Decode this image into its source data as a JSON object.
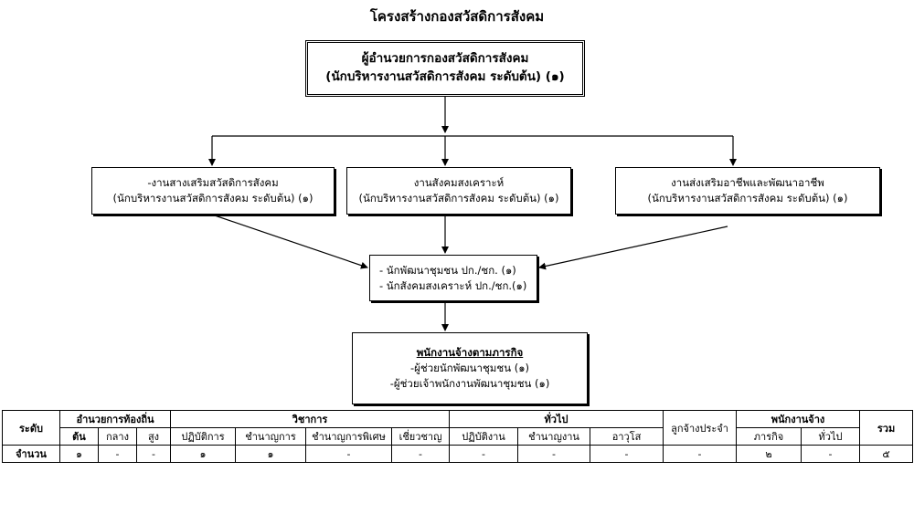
{
  "title": "โครงสร้างกองสวัสดิการสังคม",
  "director": {
    "line1": "ผู้อำนวยการกองสวัสดิการสังคม",
    "line2": "(นักบริหารงานสวัสดิการสังคม ระดับต้น) (๑)"
  },
  "sections": [
    {
      "name": "-งานสางเสริมสวัสดิการสังคม",
      "position": "(นักบริหารงานสวัสดิการสังคม ระดับต้น) (๑)"
    },
    {
      "name": "งานสังคมสงเคราะห์",
      "position": "(นักบริหารงานสวัสดิการสังคม ระดับต้น) (๑)"
    },
    {
      "name": "งานส่งเสริมอาชีพและพัฒนาอาชีพ",
      "position": "(นักบริหารงานสวัสดิการสังคม ระดับต้น) (๑)"
    }
  ],
  "staff": [
    "- นักพัฒนาชุมชน ปก./ชก. (๑)",
    "- นักสังคมสงเคราะห์ ปก./ชก.(๑)"
  ],
  "mission_employees": {
    "title": "พนักงานจ้างตามภารกิจ",
    "items": [
      "-ผู้ช่วยนักพัฒนาชุมชน (๑)",
      "-ผู้ช่วยเจ้าพนักงานพัฒนาชุมชน (๑)"
    ]
  },
  "summary_table": {
    "level_label": "ระดับ",
    "count_label": "จำนวน",
    "total_label": "รวม",
    "groups": {
      "local_admin": "อำนวยการท้องถิ่น",
      "academic": "วิชาการ",
      "general": "ทั่วไป",
      "permanent": "ลูกจ้างประจำ",
      "employees": "พนักงานจ้าง"
    },
    "sub": [
      "ต้น",
      "กลาง",
      "สูง",
      "ปฏิบัติการ",
      "ชำนาญการ",
      "ชำนาญการพิเศษ",
      "เชี่ยวชาญ",
      "ปฏิบัติงาน",
      "ชำนาญงาน",
      "อาวุโส",
      "ภารกิจ",
      "ทั่วไป"
    ],
    "counts": [
      "๑",
      "-",
      "-",
      "๑",
      "๑",
      "-",
      "-",
      "-",
      "-",
      "-",
      "-",
      "๒",
      "-",
      "๕"
    ]
  }
}
